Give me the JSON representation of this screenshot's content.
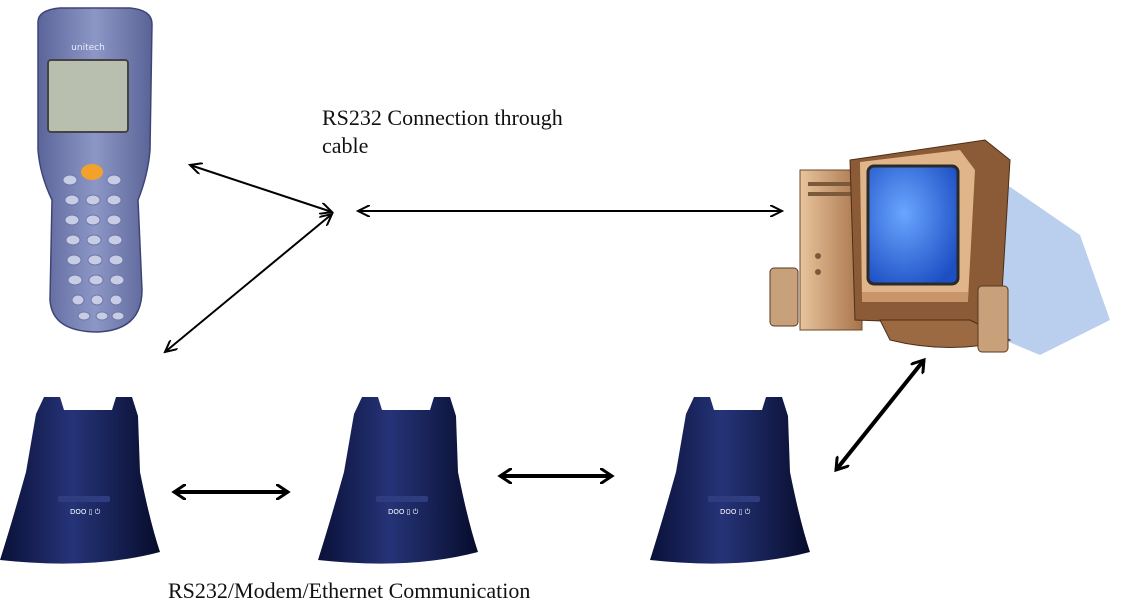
{
  "labels": {
    "top_line1": "RS232 Connection through",
    "top_line2": "cable",
    "bottom": "RS232/Modem/Ethernet Communication"
  },
  "device": {
    "brand": "unitech",
    "led_marks": [
      "DOO",
      "▯",
      "⏻"
    ]
  },
  "colors": {
    "handheld_body": "#7f8ab8",
    "screen": "#b9bfae",
    "scan_key": "#f2a22a",
    "cradle": "#101a4a",
    "monitor_screen": "#3a7de8",
    "computer_beige": "#c89a6e",
    "arrow": "#000000"
  }
}
